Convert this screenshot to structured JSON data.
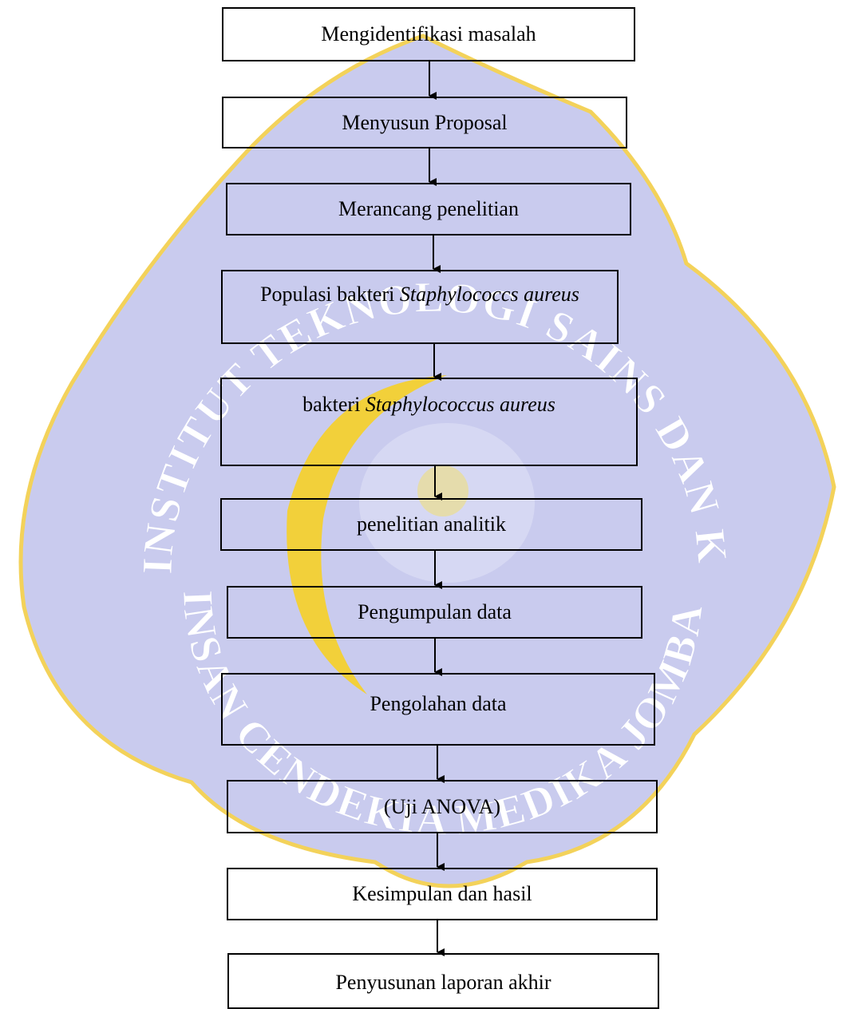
{
  "watermark": {
    "ring_text_top": "INSTITUT TEKNOLOGI SAINS DAN KESEHATAN",
    "ring_text_bottom": "INSAN CENDEKIA MEDIKA JOMBANG",
    "colors": {
      "fill": "#c9cbee",
      "outline": "#f3d25a",
      "arc": "#f2d03a"
    }
  },
  "flowchart": {
    "steps": [
      {
        "id": "s1",
        "text": "Mengidentifikasi masalah"
      },
      {
        "id": "s2",
        "text": "Menyusun Proposal"
      },
      {
        "id": "s3",
        "text": "Merancang penelitian"
      },
      {
        "id": "s4",
        "prefix": "Populasi bakteri ",
        "italic": "Staphylococcs aureus"
      },
      {
        "id": "s5",
        "prefix": "bakteri ",
        "italic": "Staphylococcus aureus"
      },
      {
        "id": "s6",
        "text": "penelitian analitik"
      },
      {
        "id": "s7",
        "text": "Pengumpulan data"
      },
      {
        "id": "s8",
        "text": "Pengolahan data"
      },
      {
        "id": "s9",
        "text": "(Uji ANOVA)"
      },
      {
        "id": "s10",
        "text": "Kesimpulan dan hasil"
      },
      {
        "id": "s11",
        "text": "Penyusunan laporan akhir"
      }
    ]
  }
}
